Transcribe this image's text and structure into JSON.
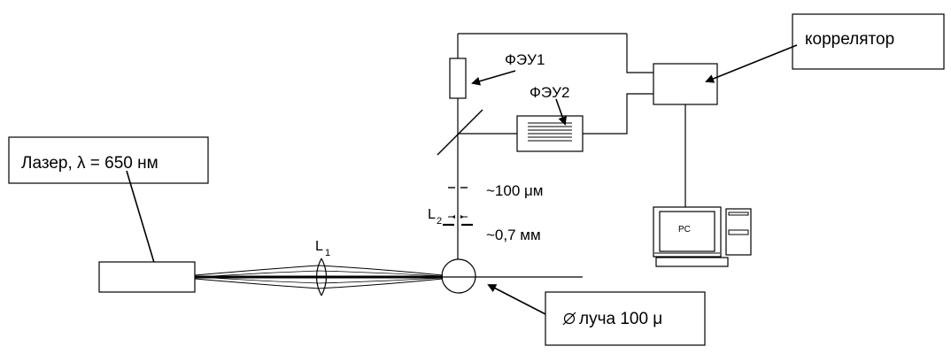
{
  "labels": {
    "laser": "Лазер, λ = 650 нм",
    "correlator": "коррелятор",
    "pmt1": "ФЭУ1",
    "pmt2": "ФЭУ2",
    "pinhole_size": "~100 μм",
    "lens2_main": "L",
    "lens2_sub": "2",
    "lens2_gap": "~0,7 мм",
    "lens1_main": "L",
    "lens1_sub": "1",
    "beam_diameter": "луча 100 μ",
    "pc": "PC"
  },
  "icons": {
    "diameter_symbol": "diameter-icon"
  }
}
